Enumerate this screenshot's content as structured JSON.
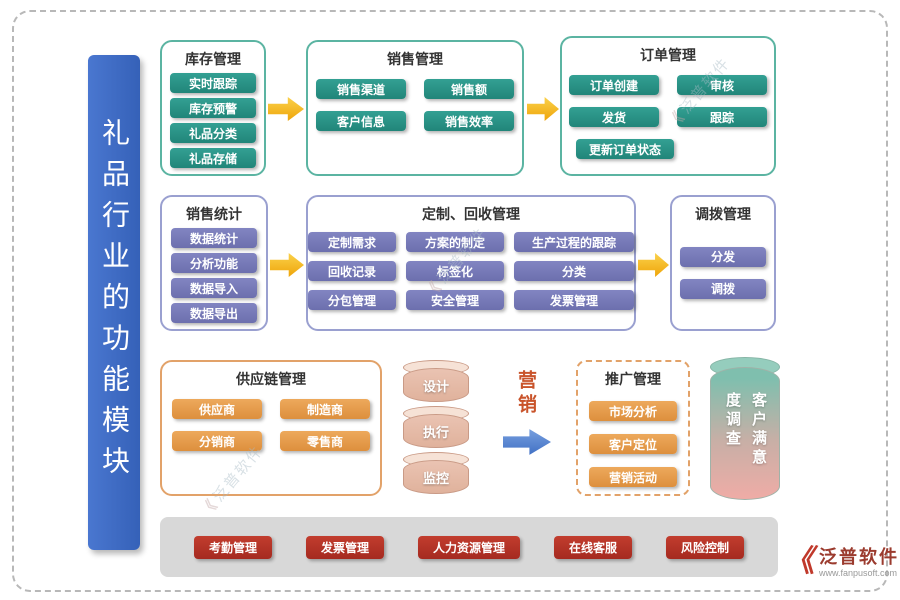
{
  "banner": {
    "title": "礼品行业的功能模块"
  },
  "top": {
    "inventory": {
      "title": "库存管理",
      "items": [
        "实时跟踪",
        "库存预警",
        "礼品分类",
        "礼品存储"
      ]
    },
    "sales": {
      "title": "销售管理",
      "items": [
        "销售渠道",
        "销售额",
        "客户信息",
        "销售效率"
      ]
    },
    "order": {
      "title": "订单管理",
      "items": [
        "订单创建",
        "审核",
        "发货",
        "跟踪",
        "更新订单状态"
      ]
    }
  },
  "middle": {
    "stats": {
      "title": "销售统计",
      "items": [
        "数据统计",
        "分析功能",
        "数据导入",
        "数据导出"
      ]
    },
    "custom": {
      "title": "定制、回收管理",
      "items": [
        "定制需求",
        "方案的制定",
        "生产过程的跟踪",
        "回收记录",
        "标签化",
        "分类",
        "分包管理",
        "安全管理",
        "发票管理"
      ]
    },
    "allocation": {
      "title": "调拨管理",
      "items": [
        "分发",
        "调拨"
      ]
    }
  },
  "bottom": {
    "supply": {
      "title": "供应链管理",
      "items": [
        "供应商",
        "制造商",
        "分销商",
        "零售商"
      ]
    },
    "cylinders": [
      "设计",
      "执行",
      "监控"
    ],
    "marketing_label": "营销",
    "promotion": {
      "title": "推广管理",
      "items": [
        "市场分析",
        "客户定位",
        "营销活动"
      ]
    },
    "satisfaction_label": "客户满意度调查"
  },
  "footer_bar": {
    "items": [
      "考勤管理",
      "发票管理",
      "人力资源管理",
      "在线客服",
      "风险控制"
    ]
  },
  "brand": {
    "mark": "《",
    "name": "泛普软件",
    "url": "www.fanpusoft.com",
    "watermark": "泛普软件"
  },
  "colors": {
    "banner_blue": "#3d6cc4",
    "teal": "#2a9487",
    "purple": "#7779b9",
    "orange": "#e29a4d",
    "red": "#b5372b",
    "arrow_yellow": "#f2b705",
    "arrow_blue": "#4a7fd0",
    "cylinder_pink": "#eac3b2",
    "cylinder_teal": "#7fbfae"
  }
}
